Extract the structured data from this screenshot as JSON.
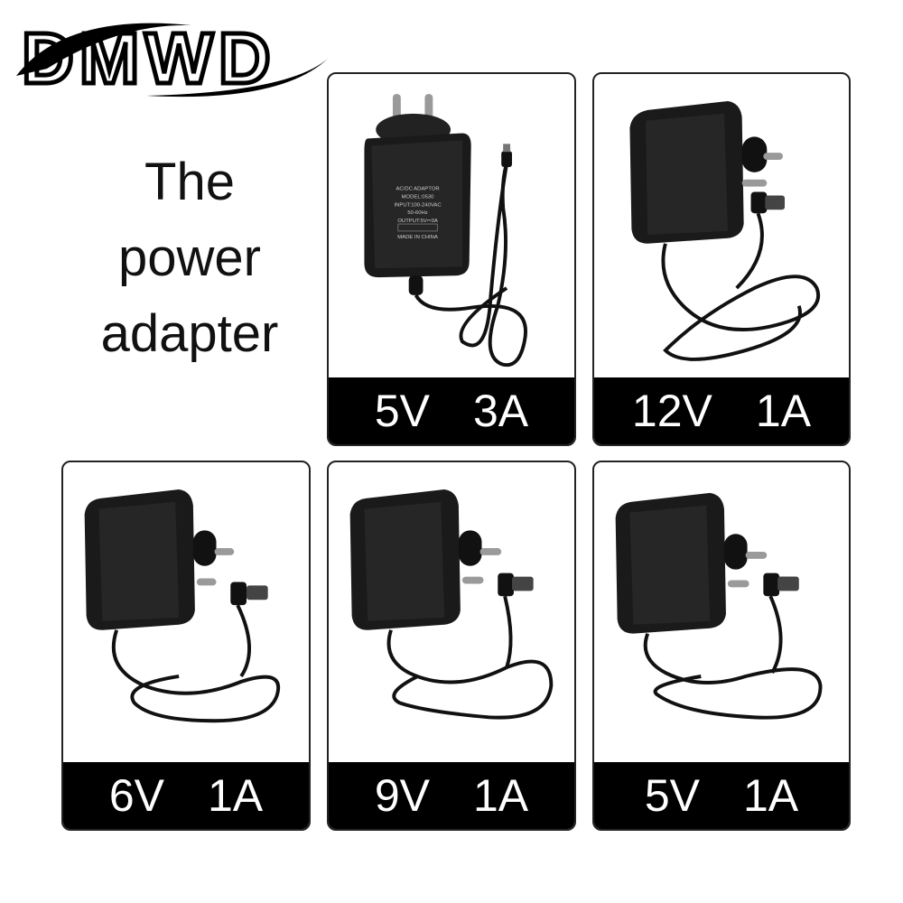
{
  "brand": {
    "logo_text": "DMWD"
  },
  "headline": {
    "line1": "The",
    "line2": "power",
    "line3": "adapter"
  },
  "products": [
    {
      "voltage": "5V",
      "current": "3A",
      "style": "micro-usb"
    },
    {
      "voltage": "12V",
      "current": "1A",
      "style": "dc-barrel"
    },
    {
      "voltage": "6V",
      "current": "1A",
      "style": "dc-barrel"
    },
    {
      "voltage": "9V",
      "current": "1A",
      "style": "dc-barrel"
    },
    {
      "voltage": "5V",
      "current": "1A",
      "style": "dc-barrel"
    }
  ],
  "adapter_label": {
    "title": "AC/DC ADAPTOR",
    "model": "MODEL:0530",
    "input": "INPUT:100-240VAC",
    "freq": "50-60Hz",
    "output": "OUTPUT:5V⎓3A",
    "origin": "MADE IN CHINA"
  },
  "colors": {
    "label_bg": "#000000",
    "label_text": "#ffffff",
    "card_border": "#222222",
    "adapter": "#1a1a1a"
  }
}
